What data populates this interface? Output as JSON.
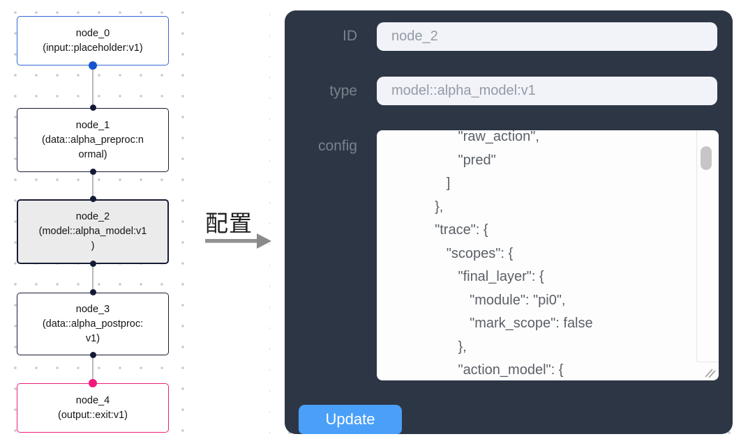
{
  "flow": {
    "nodes": [
      {
        "label": "node_0",
        "type_lines": [
          "(input::placeholder:v1)"
        ],
        "variant": "input"
      },
      {
        "label": "node_1",
        "type_lines": [
          "(data::alpha_preproc:n",
          "ormal)"
        ],
        "variant": "default"
      },
      {
        "label": "node_2",
        "type_lines": [
          "(model::alpha_model:v1",
          ")"
        ],
        "variant": "selected"
      },
      {
        "label": "node_3",
        "type_lines": [
          "(data::alpha_postproc:",
          "v1)"
        ],
        "variant": "default"
      },
      {
        "label": "node_4",
        "type_lines": [
          "(output::exit:v1)"
        ],
        "variant": "output"
      }
    ]
  },
  "annotation": {
    "label": "配置"
  },
  "panel": {
    "id_label": "ID",
    "id_value": "node_2",
    "type_label": "type",
    "type_value": "model::alpha_model:v1",
    "config_label": "config",
    "config_code": "                 \"raw_action\",\n                 \"pred\"\n              ]\n           },\n           \"trace\": {\n              \"scopes\": {\n                 \"final_layer\": {\n                    \"module\": \"pi0\",\n                    \"mark_scope\": false\n                 },\n                 \"action_model\": {",
    "update_label": "Update"
  },
  "colors": {
    "panel_bg": "#2d3645",
    "update_button": "#4aa0f8",
    "node_input_border": "#3467d6",
    "node_default_border": "#171c33",
    "node_output_border": "#ee1e7a",
    "selected_node_bg": "#ebebeb",
    "handle_dark": "#131a35",
    "handle_blue": "#1553cf",
    "handle_pink": "#f1197c",
    "edge": "#b9b9b9",
    "input_bg": "#f1f3f8",
    "label_text": "#7b828d",
    "code_text": "#5b6066"
  }
}
